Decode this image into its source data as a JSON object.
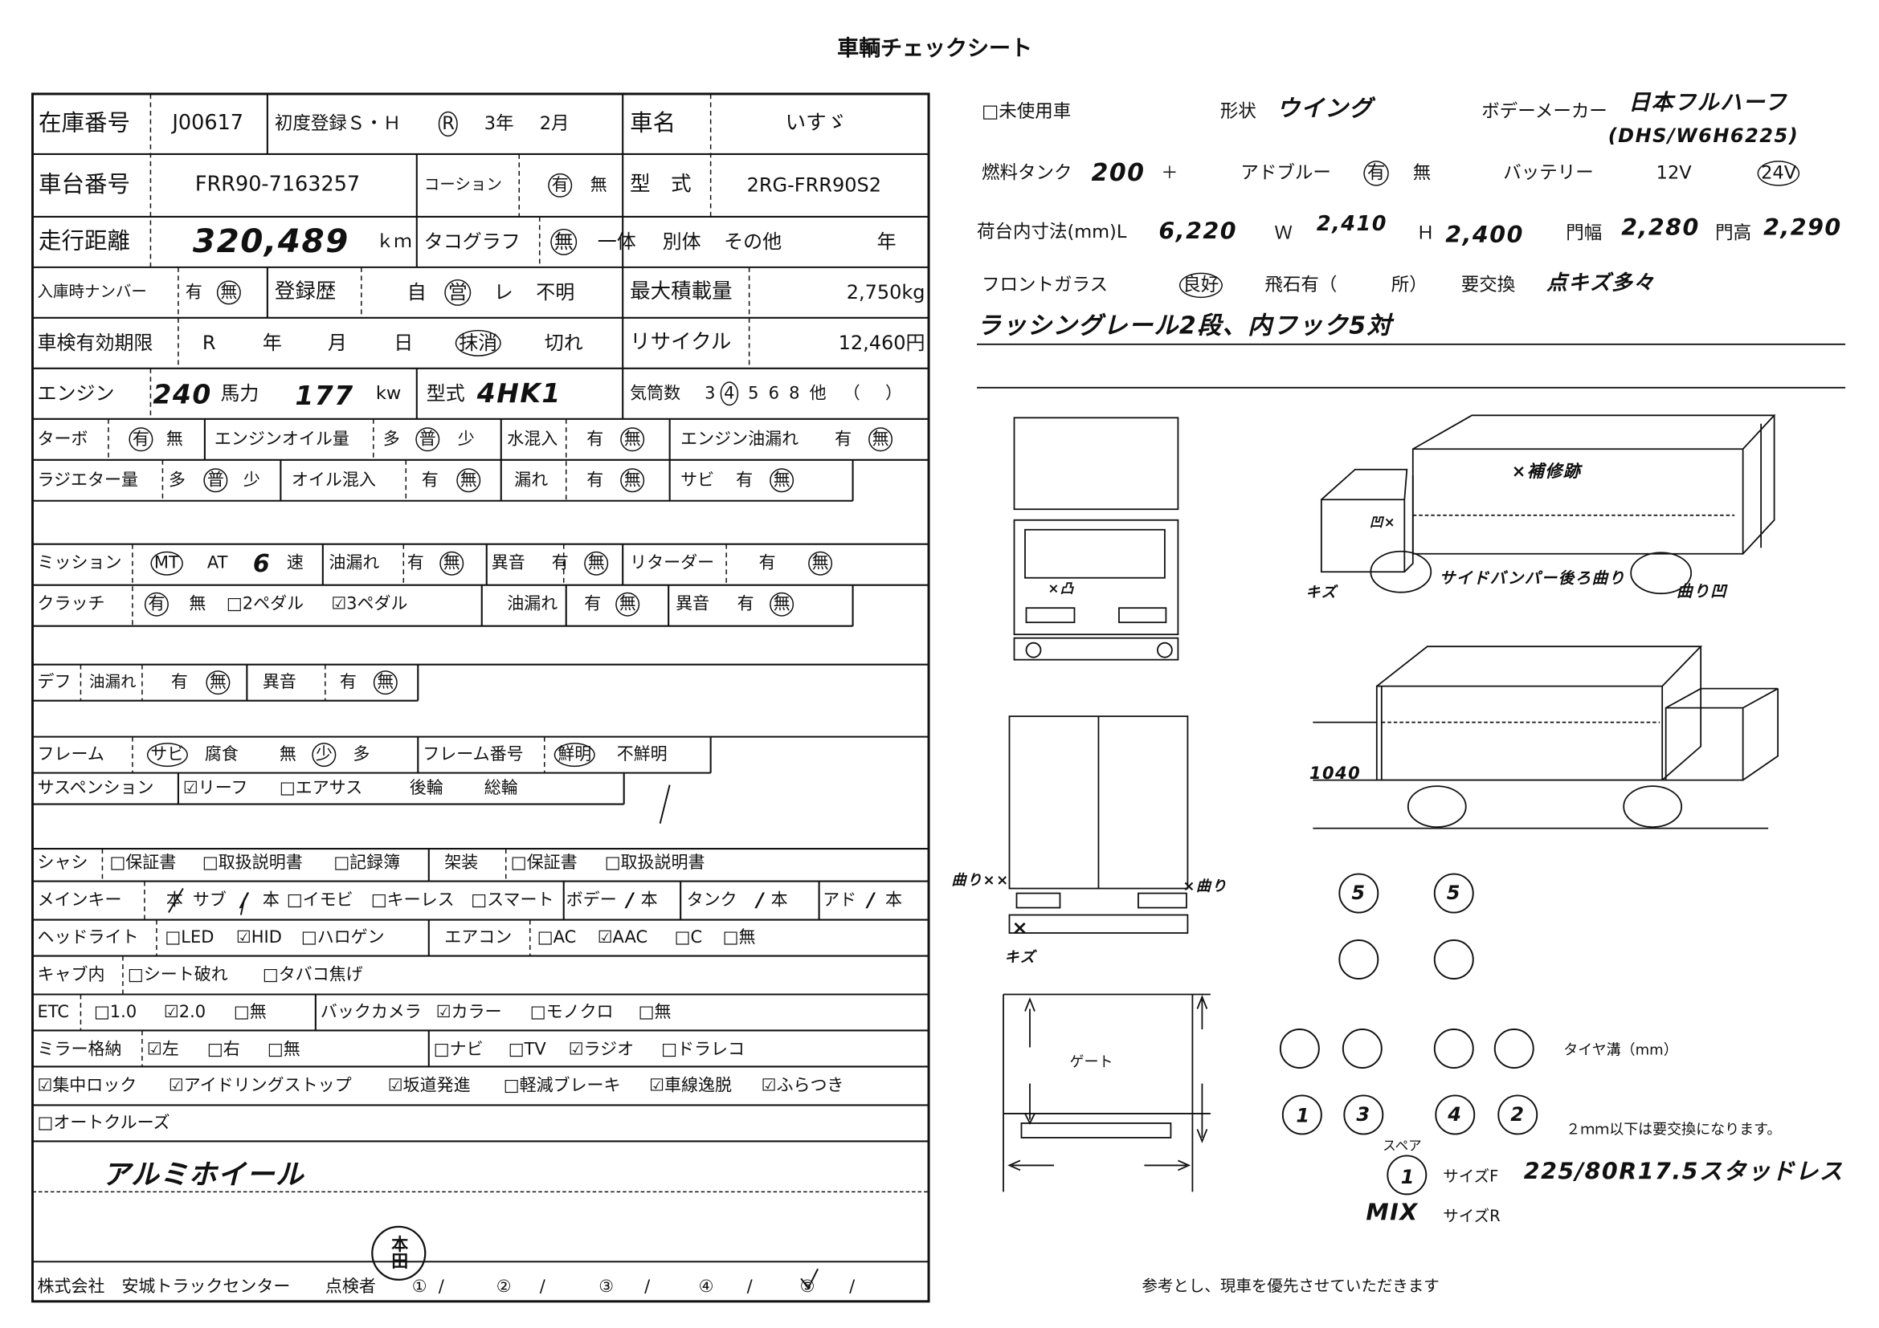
{
  "title": "車輌チェックシート",
  "form": {
    "r1": {
      "stock_no_label": "在庫番号",
      "stock_no": "J00617",
      "first_reg_label": "初度登録Ｓ・Ｈ",
      "era": "R",
      "era_selected": "R",
      "year": "3年",
      "month": "2月",
      "car_name_label": "車名",
      "car_name": "いすゞ"
    },
    "r2": {
      "chassis_no_label": "車台番号",
      "chassis_no": "FRR90-7163257",
      "caution_label": "コーション",
      "yes": "有",
      "no": "無",
      "selected": "有",
      "model_label": "型　式",
      "model": "2RG-FRR90S2"
    },
    "r3": {
      "mileage_label": "走行距離",
      "mileage": "320,489",
      "km": "ｋｍ",
      "tacho_label": "タコグラフ",
      "opts": [
        "無",
        "一体",
        "別体",
        "その他"
      ],
      "selected": "無",
      "year": "年"
    },
    "r4": {
      "plate_label": "入庫時ナンバー",
      "yes": "有",
      "no": "無",
      "plate_selected": "無",
      "history_label": "登録歴",
      "hist_opts": [
        "自",
        "営",
        "レ",
        "不明"
      ],
      "hist_selected": "営",
      "max_load_label": "最大積載量",
      "max_load": "2,750kg"
    },
    "r5": {
      "inspection_label": "車検有効期限",
      "era": "R",
      "year": "年",
      "month": "月",
      "day": "日",
      "opts": [
        "抹消",
        "切れ"
      ],
      "selected": "抹消",
      "recycle_label": "リサイクル",
      "recycle": "12,460円"
    },
    "r6": {
      "engine_label": "エンジン",
      "displacement": "240",
      "hp_label": "馬力",
      "power": "177",
      "kw": "kw",
      "type_label": "型式",
      "engine_type": "4HK1",
      "cyl_label": "気筒数",
      "cyl_opts": [
        "3",
        "4",
        "5",
        "6",
        "8",
        "他"
      ],
      "cyl_selected": "4",
      "paren_open": "（",
      "paren_close": "）"
    }
  },
  "checks": {
    "turbo": {
      "label": "ターボ",
      "opts": [
        "有",
        "無"
      ],
      "selected": "有"
    },
    "engine_oil": {
      "label": "エンジンオイル量",
      "opts": [
        "多",
        "普",
        "少"
      ],
      "selected": "普"
    },
    "water": {
      "label": "水混入",
      "opts": [
        "有",
        "無"
      ],
      "selected": "無"
    },
    "engine_leak": {
      "label": "エンジン油漏れ",
      "opts": [
        "有",
        "無"
      ],
      "selected": "無"
    },
    "radiator": {
      "label": "ラジエター量",
      "opts": [
        "多",
        "普",
        "少"
      ],
      "selected": "普"
    },
    "oil_mix": {
      "label": "オイル混入",
      "opts": [
        "有",
        "無"
      ],
      "selected": "無"
    },
    "leak": {
      "label": "漏れ",
      "opts": [
        "有",
        "無"
      ],
      "selected": "無"
    },
    "rust": {
      "label": "サビ",
      "opts": [
        "有",
        "無"
      ],
      "selected": "無"
    },
    "mission": {
      "label": "ミッション",
      "opts": [
        "MT",
        "AT"
      ],
      "selected": "MT",
      "speeds": "6",
      "speed_label": "速"
    },
    "mission_leak": {
      "label": "油漏れ",
      "opts": [
        "有",
        "無"
      ],
      "selected": "無"
    },
    "mission_noise": {
      "label": "異音",
      "opts": [
        "有",
        "無"
      ],
      "selected": "無"
    },
    "retarder": {
      "label": "リターダー",
      "opts": [
        "有",
        "無"
      ],
      "selected": "無"
    },
    "clutch": {
      "label": "クラッチ",
      "opts": [
        "有",
        "無"
      ],
      "selected": "有",
      "pedals": [
        {
          "label": "2ペダル",
          "checked": false
        },
        {
          "label": "3ペダル",
          "checked": true
        }
      ]
    },
    "clutch_leak": {
      "label": "油漏れ",
      "opts": [
        "有",
        "無"
      ],
      "selected": "無"
    },
    "clutch_noise": {
      "label": "異音",
      "opts": [
        "有",
        "無"
      ],
      "selected": "無"
    },
    "diff": {
      "label": "デフ",
      "leak_label": "油漏れ",
      "leak_opts": [
        "有",
        "無"
      ],
      "leak_selected": "無",
      "noise_label": "異音",
      "noise_opts": [
        "有",
        "無"
      ],
      "noise_selected": "無"
    },
    "frame": {
      "label": "フレーム",
      "opts": [
        "サビ",
        "腐食",
        "無",
        "少",
        "多"
      ],
      "selected": [
        "サビ",
        "少"
      ],
      "number_label": "フレーム番号",
      "num_opts": [
        "鮮明",
        "不鮮明"
      ],
      "num_selected": "鮮明"
    },
    "suspension": {
      "label": "サスペンション",
      "items": [
        {
          "label": "リーフ",
          "checked": true
        },
        {
          "label": "エアサス",
          "checked": false
        }
      ],
      "rear": "後輪",
      "all": "総輪"
    }
  },
  "equipment": {
    "chassis": {
      "label": "シャシ",
      "items": [
        {
          "label": "保証書",
          "checked": false
        },
        {
          "label": "取扱説明書",
          "checked": false
        },
        {
          "label": "記録簿",
          "checked": false
        }
      ]
    },
    "body": {
      "label": "架装",
      "items": [
        {
          "label": "保証書",
          "checked": false
        },
        {
          "label": "取扱説明書",
          "checked": false
        }
      ]
    },
    "main_key": {
      "label": "メインキー",
      "hon": "本",
      "sub": "サブ",
      "slash": "/",
      "items": [
        {
          "label": "イモビ",
          "checked": false
        },
        {
          "label": "キーレス",
          "checked": false
        },
        {
          "label": "スマート",
          "checked": false
        }
      ],
      "body_label": "ボデー",
      "tank_label": "タンク",
      "adblue_label": "アド"
    },
    "headlight": {
      "label": "ヘッドライト",
      "items": [
        {
          "label": "LED",
          "checked": false
        },
        {
          "label": "HID",
          "checked": true
        },
        {
          "label": "ハロゲン",
          "checked": false
        }
      ]
    },
    "aircon": {
      "label": "エアコン",
      "items": [
        {
          "label": "AC",
          "checked": false
        },
        {
          "label": "AAC",
          "checked": true
        },
        {
          "label": "C",
          "checked": false
        },
        {
          "label": "無",
          "checked": false
        }
      ]
    },
    "cabin": {
      "label": "キャブ内",
      "items": [
        {
          "label": "シート破れ",
          "checked": false
        },
        {
          "label": "タバコ焦げ",
          "checked": false
        }
      ]
    },
    "etc": {
      "label": "ETC",
      "items": [
        {
          "label": "1.0",
          "checked": false
        },
        {
          "label": "2.0",
          "checked": true
        },
        {
          "label": "無",
          "checked": false
        }
      ]
    },
    "back_camera": {
      "label": "バックカメラ",
      "items": [
        {
          "label": "カラー",
          "checked": true
        },
        {
          "label": "モノクロ",
          "checked": false
        },
        {
          "label": "無",
          "checked": false
        }
      ]
    },
    "mirror": {
      "label": "ミラー格納",
      "items": [
        {
          "label": "左",
          "checked": true
        },
        {
          "label": "右",
          "checked": false
        },
        {
          "label": "無",
          "checked": false
        }
      ]
    },
    "av": {
      "items": [
        {
          "label": "ナビ",
          "checked": false
        },
        {
          "label": "TV",
          "checked": false
        },
        {
          "label": "ラジオ",
          "checked": true
        },
        {
          "label": "ドラレコ",
          "checked": false
        }
      ]
    },
    "safety": {
      "items": [
        {
          "label": "集中ロック",
          "checked": true
        },
        {
          "label": "アイドリングストップ",
          "checked": true
        },
        {
          "label": "坂道発進",
          "checked": true
        },
        {
          "label": "軽減ブレーキ",
          "checked": false
        },
        {
          "label": "車線逸脱",
          "checked": true
        },
        {
          "label": "ふらつき",
          "checked": true
        }
      ]
    },
    "cruise": {
      "label": "オートクルーズ",
      "checked": false
    }
  },
  "remarks": "アルミホイール",
  "footer": {
    "company": "株式会社　安城トラックセンター",
    "inspector_label": "点検者",
    "inspectors": [
      "①",
      "②",
      "③",
      "④",
      "⑤"
    ],
    "slash": "/",
    "stamp": "本田"
  },
  "right": {
    "unused": {
      "label": "未使用車",
      "checked": false
    },
    "shape_label": "形状",
    "shape": "ウイング",
    "body_maker_label": "ボデーメーカー",
    "body_maker": "日本フルハーフ",
    "body_model": "(DHS/W6H6225)",
    "fuel_label": "燃料タンク",
    "fuel": "200",
    "plus": "＋",
    "adblue_label": "アドブルー",
    "adblue_opts": [
      "有",
      "無"
    ],
    "adblue_selected": "有",
    "battery_label": "バッテリー",
    "battery_opts": [
      "12V",
      "24V"
    ],
    "battery_selected": "24V",
    "cargo_label": "荷台内寸法(mm)L",
    "L": "6,220",
    "W_label": "Ｗ",
    "W": "2,410",
    "H_label": "Ｈ",
    "H": "2,400",
    "door_w_label": "門幅",
    "door_w": "2,280",
    "door_h_label": "門高",
    "door_h": "2,290",
    "windshield_label": "フロントガラス",
    "windshield_ok": "良好",
    "windshield_selected": "良好",
    "chip_label": "飛石有（",
    "chip_unit": "所）",
    "replace_label": "要交換",
    "windshield_note": "点キズ多々",
    "note": "ラッシングレール2段、内フック5対"
  },
  "diagram": {
    "front_note": "×凸",
    "side_notes": [
      "×補修跡",
      "凹×",
      "キズ",
      "サイドバンパー後ろ曲り",
      "曲り凹"
    ],
    "left_note": "1040",
    "rear_notes": [
      "曲り××",
      "×曲り",
      "×",
      "キズ"
    ],
    "gate_label": "ゲート",
    "tires": {
      "front": [
        "5",
        "5",
        "",
        ""
      ],
      "rear": [
        "",
        "",
        "",
        ""
      ],
      "rear_bottom": [
        "1",
        "3",
        "4",
        "2"
      ],
      "spare_label": "スペア",
      "spare": "1"
    },
    "tread_label": "タイヤ溝（mm）",
    "tread_note": "２ｍｍ以下は要交換になります。",
    "size_f_label": "サイズF",
    "size_f": "225/80R17.5スタッドレス",
    "size_r_label": "サイズR",
    "size_r": "MIX"
  },
  "disclaimer": "参考とし、現車を優先させていただきます"
}
